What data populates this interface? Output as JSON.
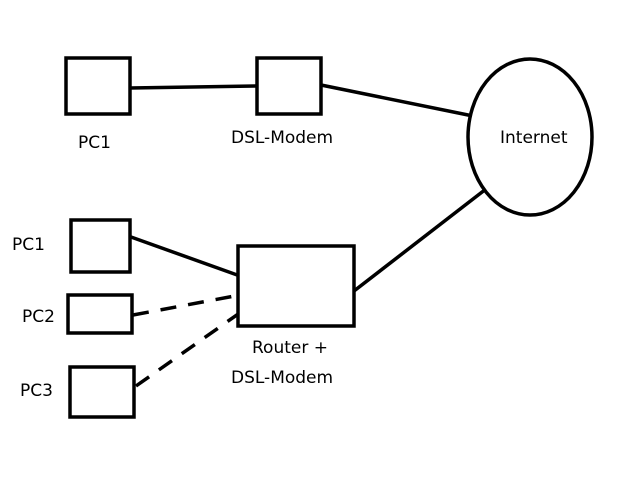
{
  "diagram": {
    "colors": {
      "stroke": "#000000",
      "background": "#ffffff"
    },
    "labels": {
      "pc1_top": "PC1",
      "dsl_modem": "DSL-Modem",
      "internet": "Internet",
      "pc1_bottom": "PC1",
      "pc2": "PC2",
      "pc3": "PC3",
      "router_line1": "Router +",
      "router_line2": "DSL-Modem"
    },
    "connections": [
      {
        "from": "PC1",
        "to": "DSL-Modem",
        "style": "solid"
      },
      {
        "from": "DSL-Modem",
        "to": "Internet",
        "style": "solid"
      },
      {
        "from": "PC1",
        "to": "Router + DSL-Modem",
        "style": "solid"
      },
      {
        "from": "PC2",
        "to": "Router + DSL-Modem",
        "style": "dashed"
      },
      {
        "from": "PC3",
        "to": "Router + DSL-Modem",
        "style": "dashed"
      },
      {
        "from": "Router + DSL-Modem",
        "to": "Internet",
        "style": "solid"
      }
    ]
  }
}
